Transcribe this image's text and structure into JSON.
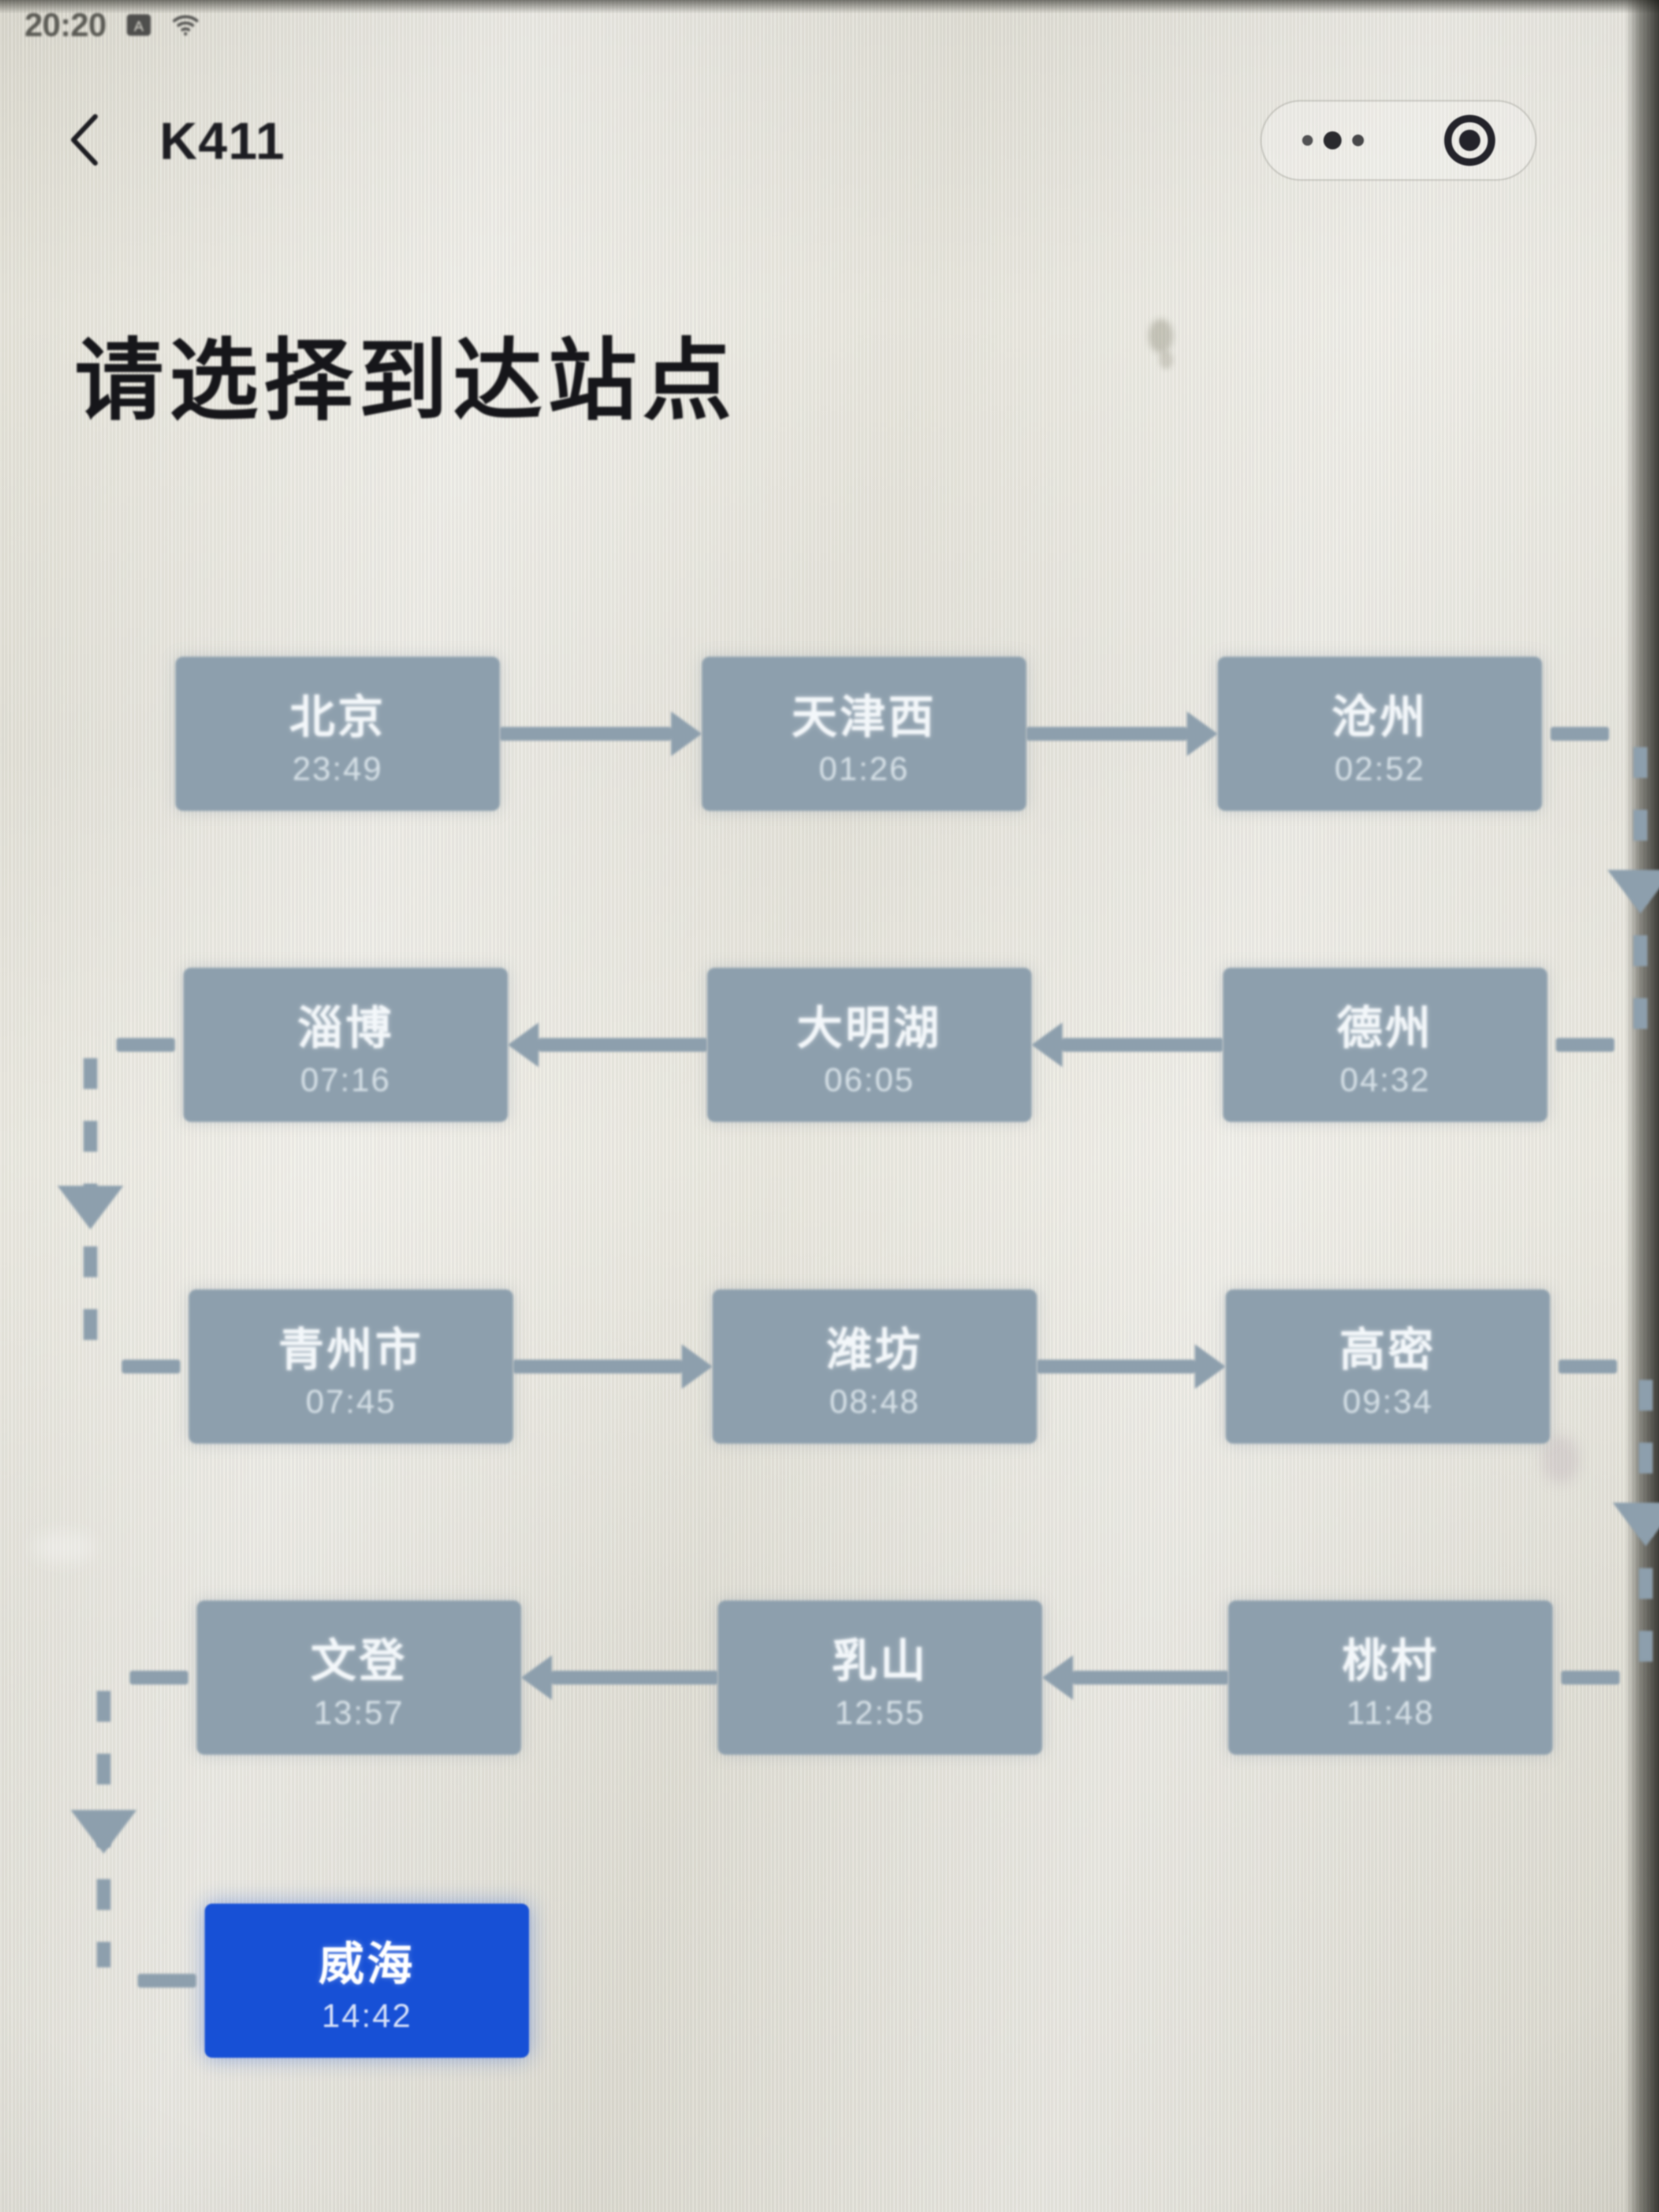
{
  "statusbar": {
    "time": "20:20",
    "icons": [
      "app-badge-icon",
      "wifi-icon"
    ]
  },
  "nav": {
    "back_icon": "chevron-left-icon",
    "title": "K411",
    "more_icon": "more-dots-icon",
    "close_icon": "target-circle-icon"
  },
  "page": {
    "heading": "请选择到达站点"
  },
  "colors": {
    "station_bg": "#8d9fad",
    "selected_bg": "#1750d6",
    "station_text": "#f3f7fa",
    "page_bg": "#e0ded4",
    "heading_text": "#16161a"
  },
  "route": {
    "rows": [
      {
        "direction": "ltr",
        "stations": [
          {
            "name": "北京",
            "time": "23:49",
            "selected": false
          },
          {
            "name": "天津西",
            "time": "01:26",
            "selected": false
          },
          {
            "name": "沧州",
            "time": "02:52",
            "selected": false
          }
        ]
      },
      {
        "direction": "rtl",
        "stations": [
          {
            "name": "淄博",
            "time": "07:16",
            "selected": false
          },
          {
            "name": "大明湖",
            "time": "06:05",
            "selected": false
          },
          {
            "name": "德州",
            "time": "04:32",
            "selected": false
          }
        ]
      },
      {
        "direction": "ltr",
        "stations": [
          {
            "name": "青州市",
            "time": "07:45",
            "selected": false
          },
          {
            "name": "潍坊",
            "time": "08:48",
            "selected": false
          },
          {
            "name": "高密",
            "time": "09:34",
            "selected": false
          }
        ]
      },
      {
        "direction": "rtl",
        "stations": [
          {
            "name": "文登",
            "time": "13:57",
            "selected": false
          },
          {
            "name": "乳山",
            "time": "12:55",
            "selected": false
          },
          {
            "name": "桃村",
            "time": "11:48",
            "selected": false
          }
        ]
      },
      {
        "direction": "ltr",
        "stations": [
          {
            "name": "威海",
            "time": "14:42",
            "selected": true
          }
        ]
      }
    ],
    "arrow_icons": {
      "right": "arrow-right-icon",
      "left": "arrow-left-icon",
      "down_dashed": "arrow-down-dashed-icon"
    }
  }
}
